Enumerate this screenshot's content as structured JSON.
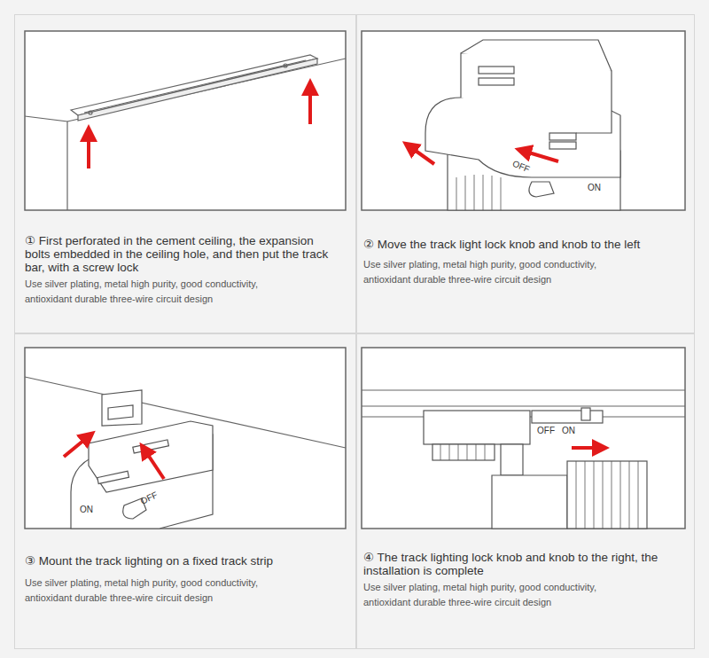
{
  "diagram": {
    "nodes": [
      {
        "text": [
          "① First perforated in the cement ceiling, the expansion bolts embedded in the ceiling hole, and then put the track bar, with a screw lock",
          "Use silver plating, metal high purity, good conductivity, antioxidant durable three-wire circuit design"
        ]
      },
      {
        "text": [
          "② Move the track light lock knob and knob to the left",
          "Use silver plating, metal high purity, good conductivity, antioxidant durable three-wire circuit design"
        ]
      },
      {
        "text": [
          "③ Mount the track lighting on a fixed track strip",
          "Use silver plating, metal high purity, good conductivity, antioxidant durable three-wire circuit design"
        ]
      },
      {
        "text": [
          "④ The track lighting lock knob and knob to the right, the installation is complete",
          "Use silver plating, metal high purity, good conductivity, antioxidant durable three-wire circuit design"
        ]
      }
    ],
    "labels": [
      "OFF",
      "ON",
      "ON",
      "OFF",
      "OFF",
      "ON"
    ]
  }
}
